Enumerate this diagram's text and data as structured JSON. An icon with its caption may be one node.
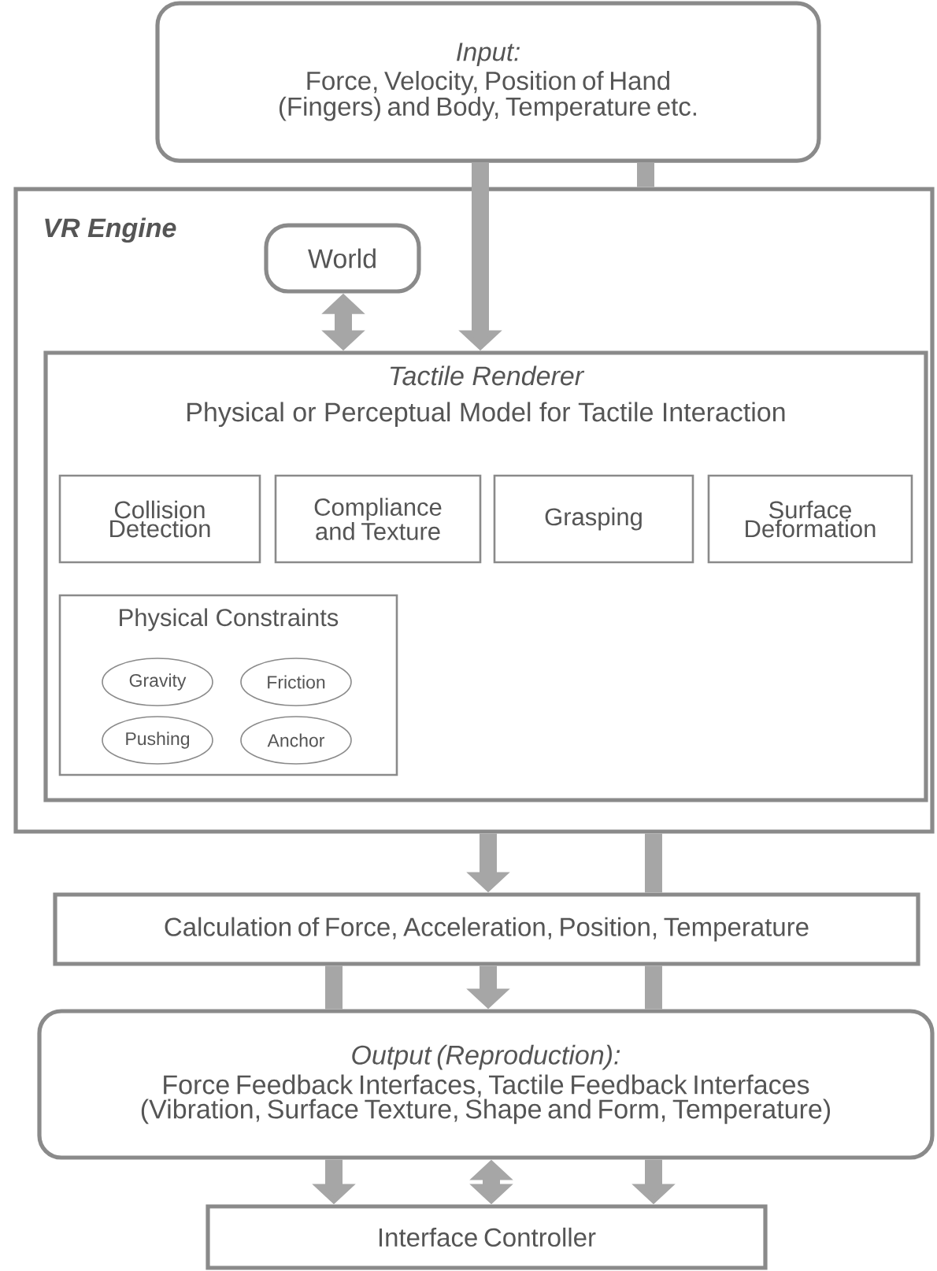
{
  "diagram": {
    "nodes": [
      {
        "text": [
          "Input:",
          "Force, Velocity, Position of Hand (Fingers) and Body, Temperature etc."
        ]
      },
      {
        "text": [
          "VR Engine"
        ]
      },
      {
        "text": [
          "World"
        ],
        "in": 1
      },
      {
        "text": [
          "Tactile Renderer",
          "Physical or Perceptual Model for Tactile Interaction"
        ],
        "in": 1
      },
      {
        "text": [
          "Collision Detection"
        ],
        "in": 3
      },
      {
        "text": [
          "Compliance and Texture"
        ],
        "in": 3
      },
      {
        "text": [
          "Grasping"
        ],
        "in": 3
      },
      {
        "text": [
          "Surface Deformation"
        ],
        "in": 3
      },
      {
        "text": [
          "Physical Constraints"
        ],
        "in": 3
      },
      {
        "text": [
          "Gravity"
        ],
        "in": 8
      },
      {
        "text": [
          "Friction"
        ],
        "in": 8
      },
      {
        "text": [
          "Pushing"
        ],
        "in": 8
      },
      {
        "text": [
          "Anchor"
        ],
        "in": 8
      },
      {
        "text": [
          "Calculation of Force, Acceleration, Position, Temperature"
        ]
      },
      {
        "text": [
          "Output (Reproduction):",
          "Force Feedback Interfaces, Tactile Feedback Interfaces (Vibration, Surface Texture, Shape and Form, Temperature)"
        ]
      },
      {
        "text": [
          "Interface Controller"
        ]
      }
    ],
    "edges": [
      {
        "from": 0,
        "to": 1,
        "arrow": "none"
      },
      {
        "from": 0,
        "to": 3,
        "arrow": "to"
      },
      {
        "from": 2,
        "to": 3,
        "arrow": "both"
      },
      {
        "from": 1,
        "to": 13,
        "arrow": "to"
      },
      {
        "from": 1,
        "to": 13,
        "arrow": "none"
      },
      {
        "from": 13,
        "to": 14,
        "arrow": "none"
      },
      {
        "from": 13,
        "to": 14,
        "arrow": "to"
      },
      {
        "from": 13,
        "to": 14,
        "arrow": "none"
      },
      {
        "from": 14,
        "to": 15,
        "arrow": "to"
      },
      {
        "from": 14,
        "to": 15,
        "arrow": "both"
      },
      {
        "from": 14,
        "to": 15,
        "arrow": "to"
      }
    ]
  }
}
